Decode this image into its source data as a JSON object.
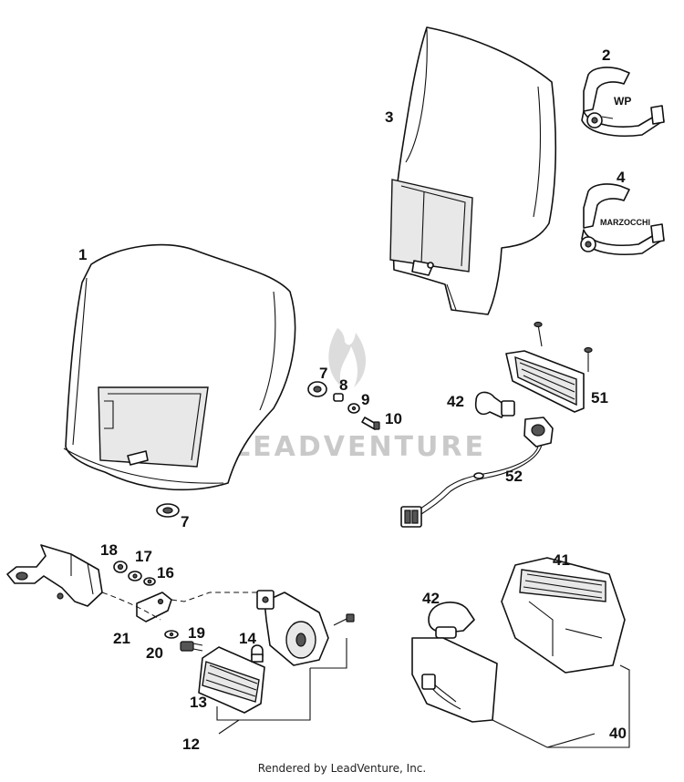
{
  "labels": {
    "c1": "1",
    "c2": "2",
    "c3": "3",
    "c4": "4",
    "c7a": "7",
    "c7b": "7",
    "c8": "8",
    "c9": "9",
    "c10": "10",
    "c12": "12",
    "c13": "13",
    "c14": "14",
    "c16": "16",
    "c17": "17",
    "c18": "18",
    "c19": "19",
    "c20": "20",
    "c21": "21",
    "c40": "40",
    "c41": "41",
    "c42a": "42",
    "c42b": "42",
    "c51": "51",
    "c52": "52"
  },
  "tags": {
    "wp": "WP",
    "marzocchi": "MARZOCCHI"
  },
  "watermark": "LEADVENTURE",
  "footer": "Rendered by LeadVenture, Inc."
}
